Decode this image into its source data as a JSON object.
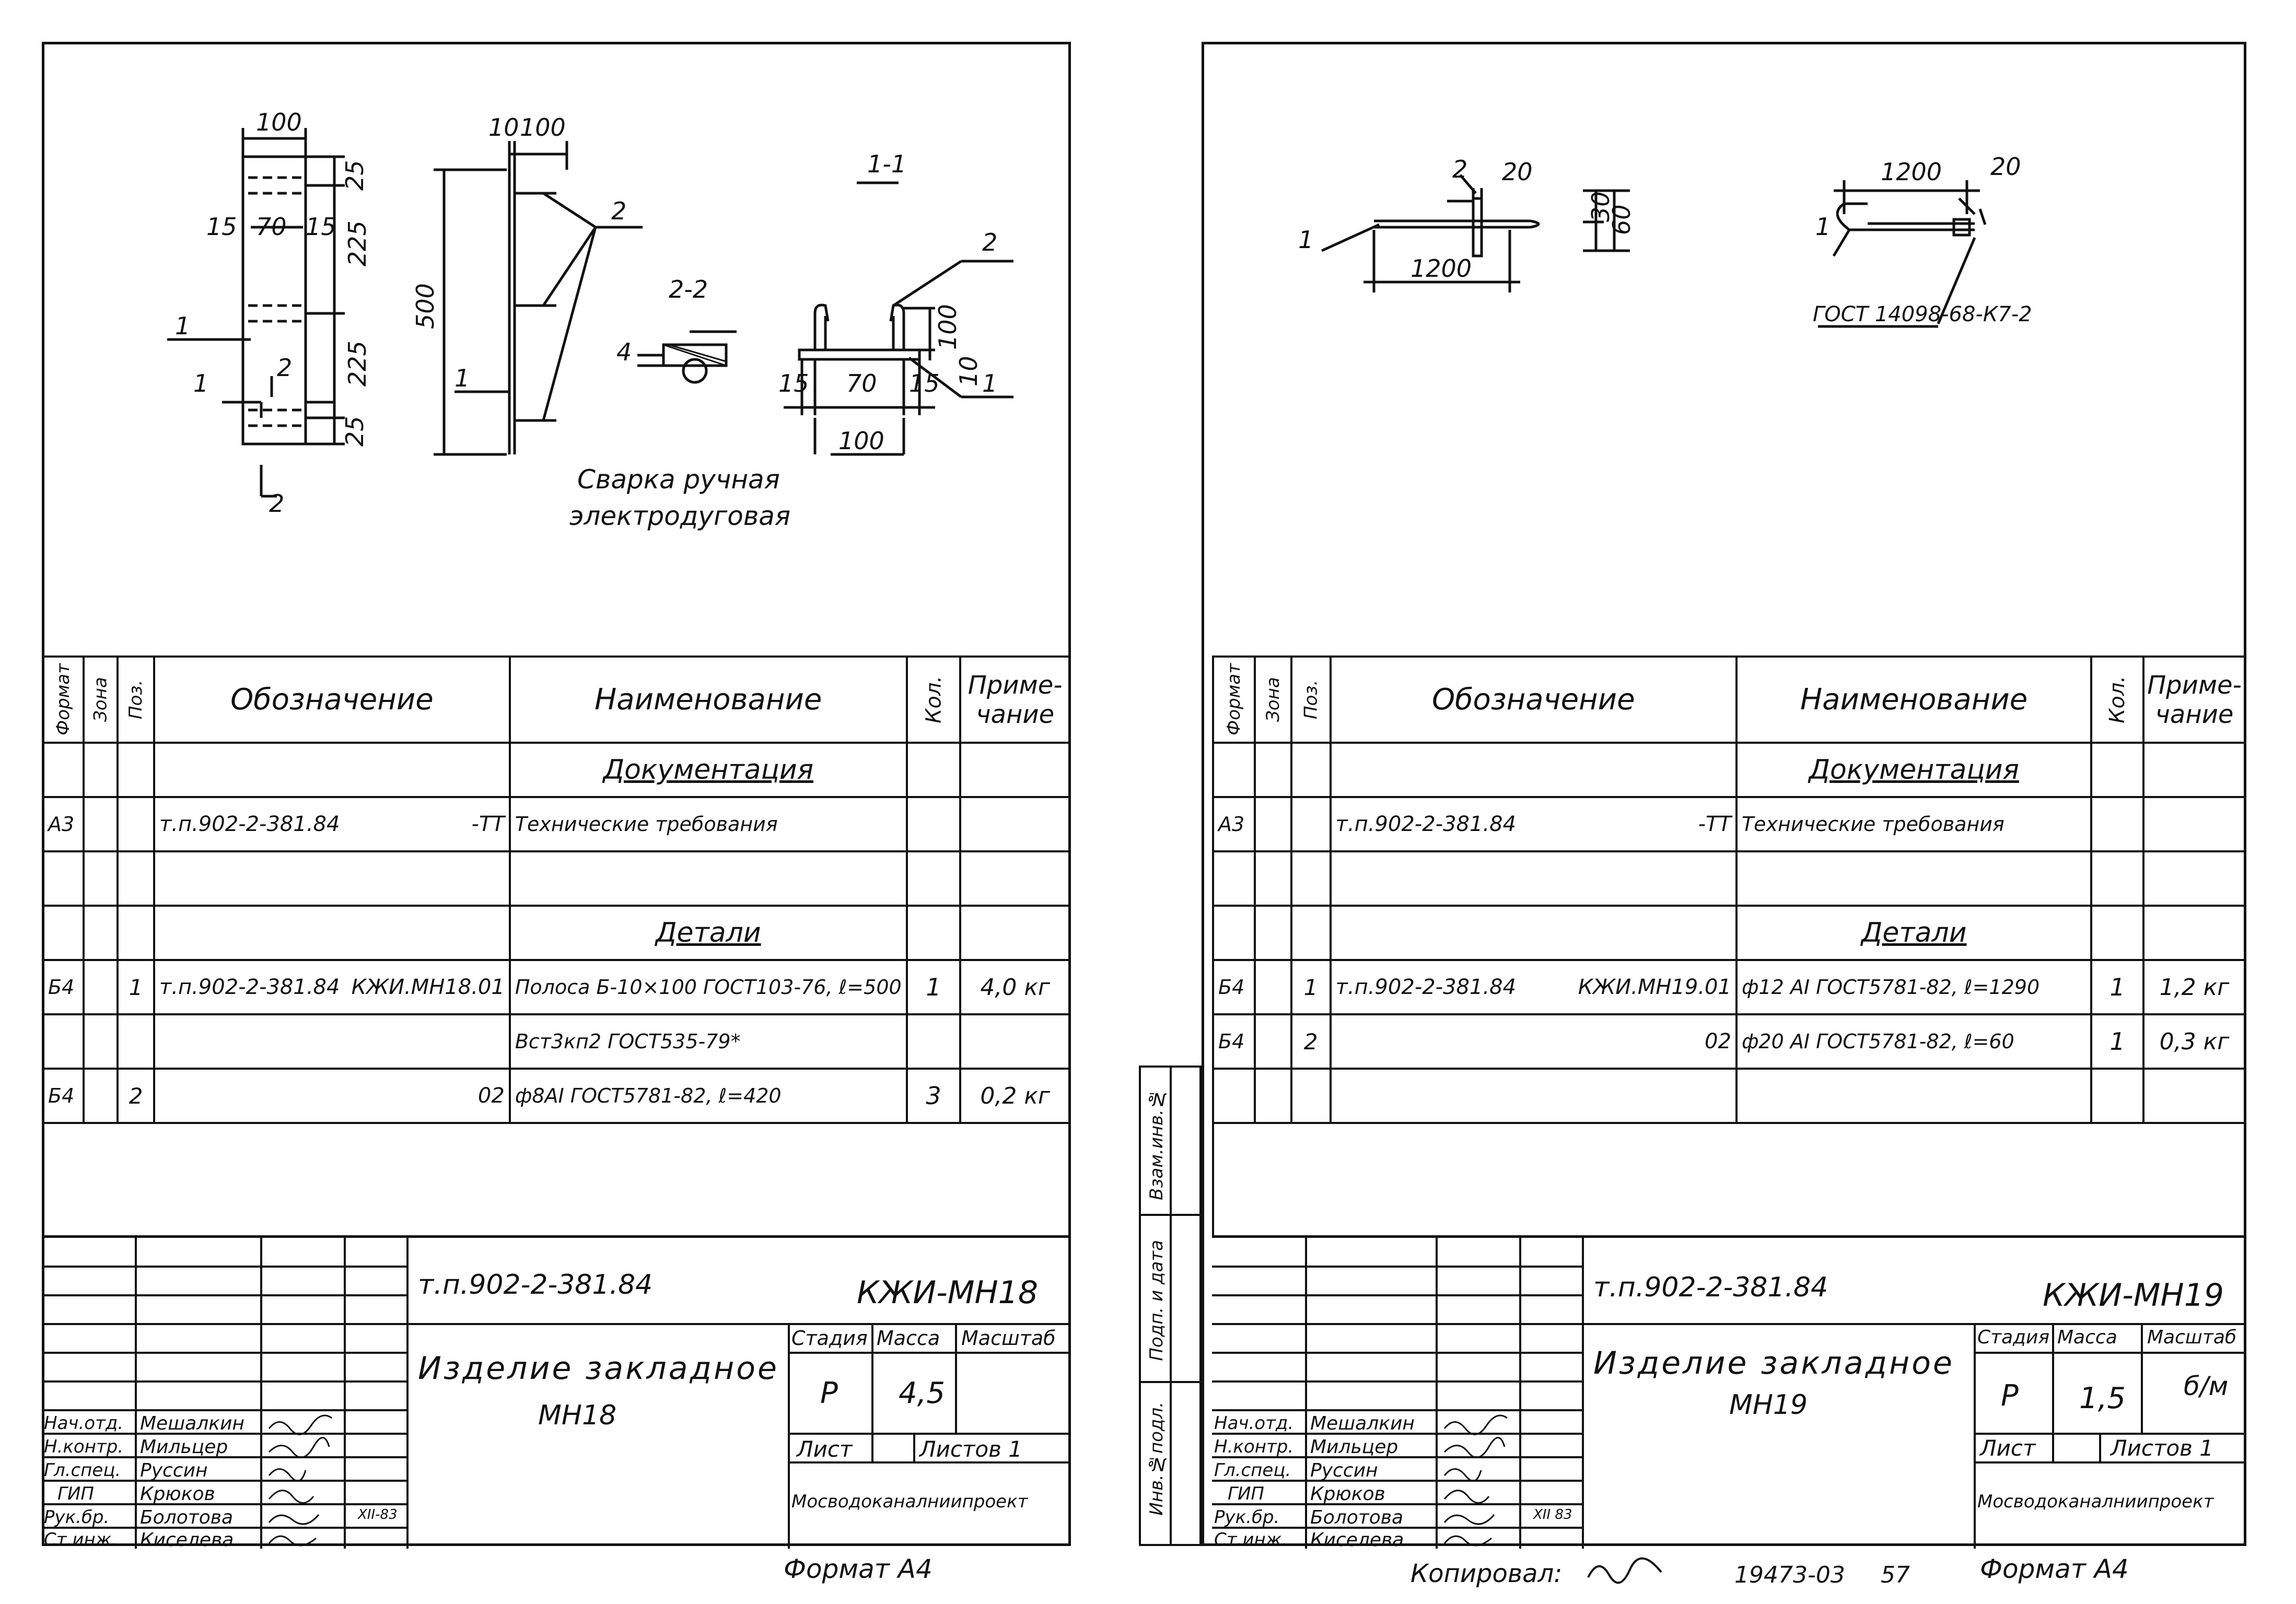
{
  "sheets": [
    {
      "drawing": {
        "dims": {
          "w100": "100",
          "d10": "10",
          "d100b": "100",
          "d15": "15",
          "d70": "70",
          "d15b": "15",
          "d25a": "25",
          "d225a": "225",
          "d225b": "225",
          "d25b": "25",
          "d500": "500",
          "s1": "1-1",
          "s2": "2-2",
          "d4": "4",
          "d100c": "100",
          "d10c": "10",
          "d15c": "15",
          "d70c": "70",
          "d15d": "15",
          "d100d": "100"
        },
        "labels": {
          "p1": "1",
          "p2": "2",
          "p1b": "1",
          "p2b": "2",
          "p2c": "2",
          "p1c": "1",
          "cut1": "1",
          "cut2": "2",
          "cut2b": "2",
          "cut1b": "1"
        },
        "note_line1": "Сварка ручная",
        "note_line2": "электродуговая"
      },
      "spec": {
        "headers": {
          "format": "Формат",
          "zone": "Зона",
          "pos": "Поз.",
          "designation": "Обозначение",
          "name": "Наименование",
          "qty": "Кол.",
          "note": "Приме-чание"
        },
        "rows": [
          {
            "format": "",
            "zone": "",
            "pos": "",
            "designation": "",
            "designation_suffix": "",
            "name": "Документация",
            "qty": "",
            "note": ""
          },
          {
            "format": "А3",
            "zone": "",
            "pos": "",
            "designation": "т.п.902-2-381.84",
            "designation_suffix": "-ТТ",
            "name": "Технические требования",
            "qty": "",
            "note": ""
          },
          {
            "format": "",
            "zone": "",
            "pos": "",
            "designation": "",
            "designation_suffix": "",
            "name": "",
            "qty": "",
            "note": ""
          },
          {
            "format": "",
            "zone": "",
            "pos": "",
            "designation": "",
            "designation_suffix": "",
            "name": "Детали",
            "qty": "",
            "note": ""
          },
          {
            "format": "Б4",
            "zone": "",
            "pos": "1",
            "designation": "т.п.902-2-381.84",
            "designation_suffix": "КЖИ.МН18.01",
            "name": "Полоса Б-10×100 ГОСТ103-76, ℓ=500",
            "qty": "1",
            "note": "4,0 кг"
          },
          {
            "format": "",
            "zone": "",
            "pos": "",
            "designation": "",
            "designation_suffix": "",
            "name": "Вст3кп2 ГОСТ535-79*",
            "qty": "",
            "note": ""
          },
          {
            "format": "Б4",
            "zone": "",
            "pos": "2",
            "designation": "",
            "designation_suffix": "02",
            "name": "ф8АI ГОСТ5781-82, ℓ=420",
            "qty": "3",
            "note": "0,2 кг"
          }
        ]
      },
      "stamp": {
        "doc_code": "т.п.902-2-381.84",
        "mark": "КЖИ-МН18",
        "title_line1": "Изделие закладное",
        "title_line2": "МН18",
        "stage_h": "Стадия",
        "mass_h": "Масса",
        "scale_h": "Масштаб",
        "stage": "Р",
        "mass": "4,5",
        "scale": "",
        "sheet_h": "Лист",
        "sheets_h": "Листов 1",
        "org": "Мосводоканалниипроект",
        "roles": [
          "Нач.отд.",
          "Н.контр.",
          "Гл.спец.",
          "ГИП",
          "Рук.бр.",
          "Ст.инж."
        ],
        "names": [
          "Мешалкин",
          "Мильцер",
          "Руссин",
          "Крюков",
          "Болотова",
          "Киселева"
        ],
        "date_note": "XII-83"
      },
      "format_label": "Формат А4"
    },
    {
      "drawing": {
        "dims": {
          "d20": "20",
          "d1200a": "1200",
          "d30": "30",
          "d60": "60",
          "d1200b": "1200",
          "d20b": "20"
        },
        "labels": {
          "p2": "2",
          "p1": "1",
          "p1b": "1"
        },
        "gost": "ГОСТ 14098-68-К7-2"
      },
      "spec": {
        "headers": {
          "format": "Формат",
          "zone": "Зона",
          "pos": "Поз.",
          "designation": "Обозначение",
          "name": "Наименование",
          "qty": "Кол.",
          "note": "Приме-чание"
        },
        "rows": [
          {
            "format": "",
            "zone": "",
            "pos": "",
            "designation": "",
            "designation_suffix": "",
            "name": "Документация",
            "qty": "",
            "note": ""
          },
          {
            "format": "А3",
            "zone": "",
            "pos": "",
            "designation": "т.п.902-2-381.84",
            "designation_suffix": "-ТТ",
            "name": "Технические требования",
            "qty": "",
            "note": ""
          },
          {
            "format": "",
            "zone": "",
            "pos": "",
            "designation": "",
            "designation_suffix": "",
            "name": "",
            "qty": "",
            "note": ""
          },
          {
            "format": "",
            "zone": "",
            "pos": "",
            "designation": "",
            "designation_suffix": "",
            "name": "Детали",
            "qty": "",
            "note": ""
          },
          {
            "format": "Б4",
            "zone": "",
            "pos": "1",
            "designation": "т.п.902-2-381.84",
            "designation_suffix": "КЖИ.МН19.01",
            "name": "ф12 АI ГОСТ5781-82, ℓ=1290",
            "qty": "1",
            "note": "1,2 кг"
          },
          {
            "format": "Б4",
            "zone": "",
            "pos": "2",
            "designation": "",
            "designation_suffix": "02",
            "name": "ф20 АI ГОСТ5781-82, ℓ=60",
            "qty": "1",
            "note": "0,3 кг"
          },
          {
            "format": "",
            "zone": "",
            "pos": "",
            "designation": "",
            "designation_suffix": "",
            "name": "",
            "qty": "",
            "note": ""
          }
        ]
      },
      "stamp": {
        "doc_code": "т.п.902-2-381.84",
        "mark": "КЖИ-МН19",
        "title_line1": "Изделие закладное",
        "title_line2": "МН19",
        "stage_h": "Стадия",
        "mass_h": "Масса",
        "scale_h": "Масштаб",
        "stage": "Р",
        "mass": "1,5",
        "scale": "б/м",
        "sheet_h": "Лист",
        "sheets_h": "Листов 1",
        "org": "Мосводоканалниипроект",
        "roles": [
          "Нач.отд.",
          "Н.контр.",
          "Гл.спец.",
          "ГИП",
          "Рук.бр.",
          "Ст.инж."
        ],
        "names": [
          "Мешалкин",
          "Мильцер",
          "Руссин",
          "Крюков",
          "Болотова",
          "Киселева"
        ],
        "date_note": "XII 83"
      },
      "side_stamp": {
        "a": "Взам.инв.№",
        "b": "Подп. и дата",
        "c": "Инв.№подл."
      },
      "format_label": "Формат А4",
      "copied": "Копировал:",
      "order_no": "19473-03",
      "page_no": "57"
    }
  ]
}
